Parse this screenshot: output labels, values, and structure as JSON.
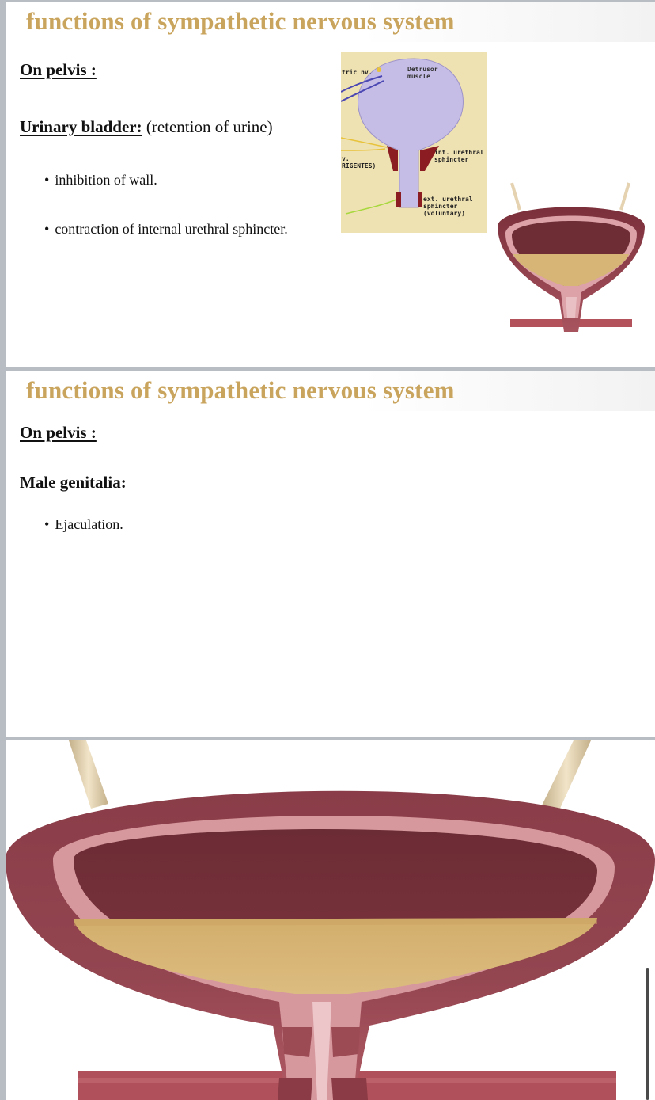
{
  "slides": [
    {
      "title": "functions of sympathetic nervous system",
      "section": "On pelvis :",
      "heading": "Urinary bladder:",
      "heading_note": " (retention of urine)",
      "bullets": [
        "inhibition of wall.",
        "contraction of internal urethral sphincter."
      ],
      "diagram_labels": {
        "nerve_top": "tric nv.",
        "detrusor": "Detrusor\nmuscle",
        "nerve_mid": "v.\nRIGENTES)",
        "int_sphincter": "int. urethral\nsphincter",
        "ext_sphincter": "ext. urethral\nsphincter\n(voluntary)"
      }
    },
    {
      "title": "functions of sympathetic nervous system",
      "section": "On pelvis :",
      "heading": "Male genitalia:",
      "bullets": [
        "Ejaculation."
      ]
    }
  ],
  "bullet_glyph": "•",
  "colors": {
    "title": "#c9a45d",
    "bladder_wall": "#8d3c48",
    "bladder_inner": "#d99aa0",
    "urine": "#d7b675",
    "diagram_bg": "#efe2b2",
    "diagram_bladder": "#c6bde6",
    "viewer_bg": "#b8bcc3"
  }
}
